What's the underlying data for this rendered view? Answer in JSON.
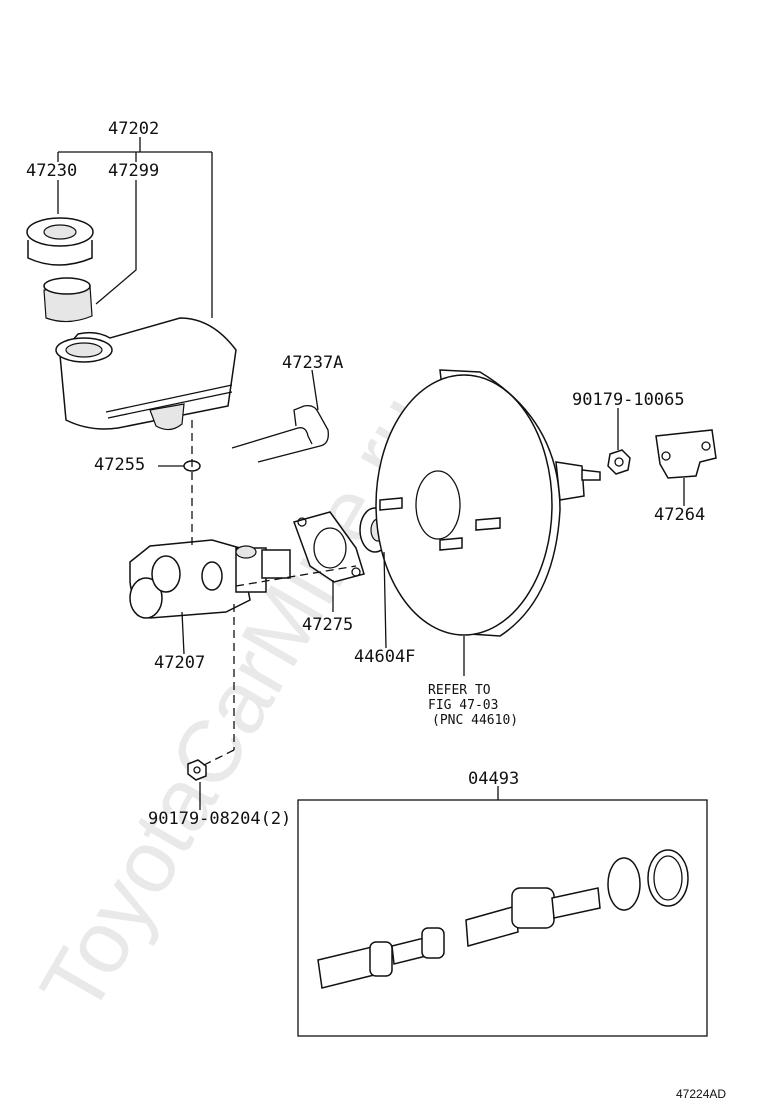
{
  "watermark": "ToyotaCarMine.ru",
  "diagram_id": "47224AD",
  "labels": {
    "p47202": "47202",
    "p47230": "47230",
    "p47299": "47299",
    "p47237A": "47237A",
    "p90179_10065": "90179-10065",
    "p47255": "47255",
    "p47264": "47264",
    "p47275": "47275",
    "p44604F": "44604F",
    "p47207": "47207",
    "p04493": "04493",
    "p90179_08204": "90179-08204(2)"
  },
  "refer_note": {
    "line1": "REFER TO",
    "line2": "FIG 47-03",
    "line3": "(PNC 44610)"
  }
}
